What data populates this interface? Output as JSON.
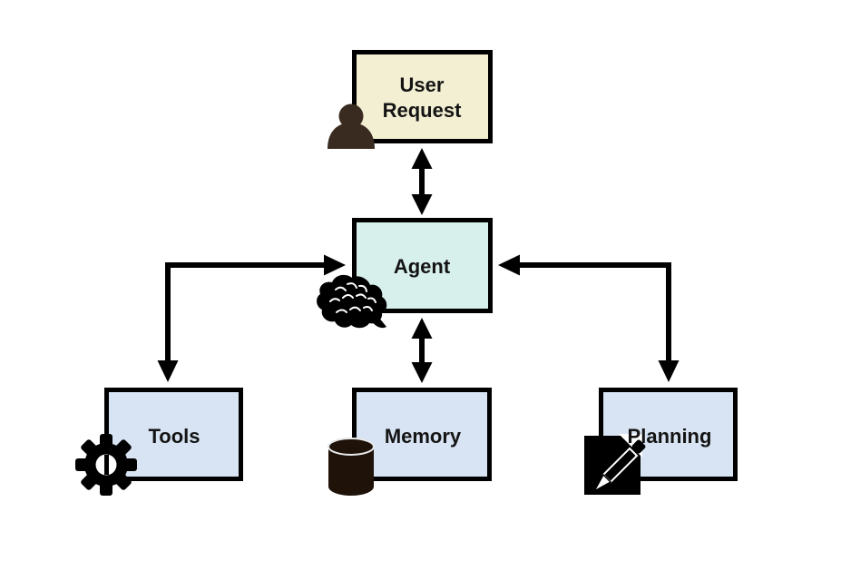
{
  "diagram": {
    "type": "agent-architecture-flowchart",
    "nodes": {
      "user_request": {
        "label_line1": "User",
        "label_line2": "Request",
        "fill": "#f3efd3",
        "icon": "person-icon"
      },
      "agent": {
        "label": "Agent",
        "fill": "#d7f0ec",
        "icon": "brain-icon"
      },
      "tools": {
        "label": "Tools",
        "fill": "#d8e4f3",
        "icon": "gear-icon"
      },
      "memory": {
        "label": "Memory",
        "fill": "#d8e4f3",
        "icon": "database-icon"
      },
      "planning": {
        "label": "Planning",
        "fill": "#d8e4f3",
        "icon": "document-pencil-icon"
      }
    },
    "edges": [
      {
        "from": "user_request",
        "to": "agent",
        "direction": "bidirectional",
        "shape": "straight-vertical"
      },
      {
        "from": "agent",
        "to": "tools",
        "direction": "bidirectional",
        "shape": "elbow"
      },
      {
        "from": "agent",
        "to": "memory",
        "direction": "bidirectional",
        "shape": "straight-vertical"
      },
      {
        "from": "agent",
        "to": "planning",
        "direction": "bidirectional",
        "shape": "elbow"
      }
    ],
    "colors": {
      "background": "#ffffff",
      "border": "#000000",
      "arrow": "#000000",
      "text": "#141414",
      "person_icon": "#3a2b20",
      "database_icon": "#1e1209",
      "icon_black": "#000000"
    }
  }
}
